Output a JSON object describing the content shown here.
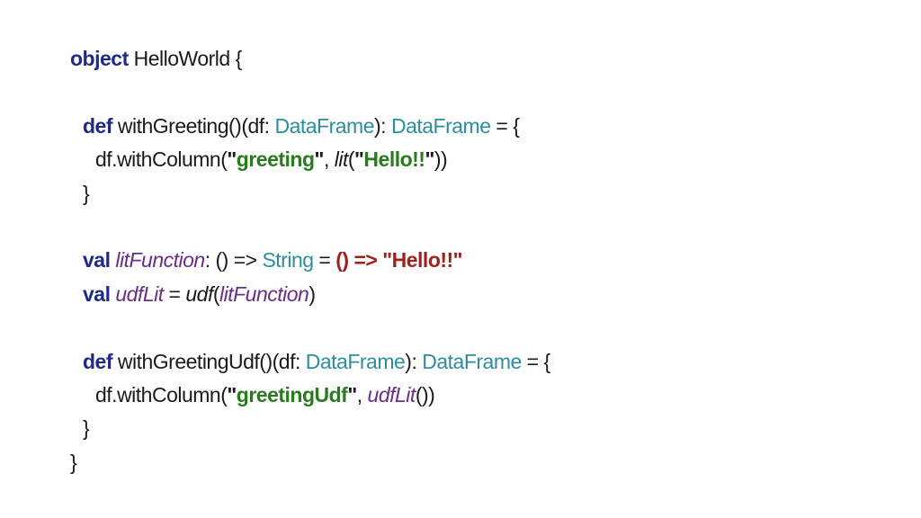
{
  "code_lines": [
    {
      "tokens": [
        {
          "t": "object",
          "c": "kw"
        },
        {
          "t": " HelloWorld {",
          "c": ""
        }
      ]
    },
    {
      "tokens": []
    },
    {
      "tokens": [
        {
          "t": "def",
          "c": "kw"
        },
        {
          "t": " withGreeting()(df: ",
          "c": ""
        },
        {
          "t": "DataFrame",
          "c": "type"
        },
        {
          "t": "): ",
          "c": ""
        },
        {
          "t": "DataFrame",
          "c": "type"
        },
        {
          "t": " = {",
          "c": ""
        }
      ],
      "indent": 1
    },
    {
      "tokens": [
        {
          "t": "df.withColumn(",
          "c": ""
        },
        {
          "t": "\"",
          "c": "q"
        },
        {
          "t": "greeting",
          "c": "str"
        },
        {
          "t": "\"",
          "c": "q"
        },
        {
          "t": ", ",
          "c": ""
        },
        {
          "t": "lit",
          "c": "it"
        },
        {
          "t": "(",
          "c": ""
        },
        {
          "t": "\"",
          "c": "q"
        },
        {
          "t": "Hello!!",
          "c": "str"
        },
        {
          "t": "\"",
          "c": "q"
        },
        {
          "t": "))",
          "c": ""
        }
      ],
      "indent": 2
    },
    {
      "tokens": [
        {
          "t": "}",
          "c": ""
        }
      ],
      "indent": 1
    },
    {
      "tokens": []
    },
    {
      "tokens": [
        {
          "t": "val",
          "c": "kw"
        },
        {
          "t": " ",
          "c": ""
        },
        {
          "t": "litFunction",
          "c": "ivar"
        },
        {
          "t": ": () => ",
          "c": ""
        },
        {
          "t": "String",
          "c": "type"
        },
        {
          "t": " = ",
          "c": ""
        },
        {
          "t": "() => \"Hello!!\"",
          "c": "lam"
        }
      ],
      "indent": 1
    },
    {
      "tokens": [
        {
          "t": "val",
          "c": "kw"
        },
        {
          "t": " ",
          "c": ""
        },
        {
          "t": "udfLit",
          "c": "ivar"
        },
        {
          "t": " = ",
          "c": ""
        },
        {
          "t": "udf",
          "c": "it"
        },
        {
          "t": "(",
          "c": ""
        },
        {
          "t": "litFunction",
          "c": "ivar"
        },
        {
          "t": ")",
          "c": ""
        }
      ],
      "indent": 1
    },
    {
      "tokens": []
    },
    {
      "tokens": [
        {
          "t": "def",
          "c": "kw"
        },
        {
          "t": " withGreetingUdf()(df: ",
          "c": ""
        },
        {
          "t": "DataFrame",
          "c": "type"
        },
        {
          "t": "): ",
          "c": ""
        },
        {
          "t": "DataFrame",
          "c": "type"
        },
        {
          "t": " = {",
          "c": ""
        }
      ],
      "indent": 1
    },
    {
      "tokens": [
        {
          "t": "df.withColumn(",
          "c": ""
        },
        {
          "t": "\"",
          "c": "q"
        },
        {
          "t": "greetingUdf",
          "c": "str"
        },
        {
          "t": "\"",
          "c": "q"
        },
        {
          "t": ", ",
          "c": ""
        },
        {
          "t": "udfLit",
          "c": "ivar"
        },
        {
          "t": "())",
          "c": ""
        }
      ],
      "indent": 2
    },
    {
      "tokens": [
        {
          "t": "}",
          "c": ""
        }
      ],
      "indent": 1
    },
    {
      "tokens": [
        {
          "t": "}",
          "c": ""
        }
      ]
    }
  ],
  "colors": {
    "keyword": "#1f2a86",
    "type": "#2c8d9b",
    "string": "#2a7a1f",
    "lambda": "#a0201e",
    "identifier": "#6a2d8a",
    "text": "#1a1a1a",
    "background": "#ffffff"
  }
}
